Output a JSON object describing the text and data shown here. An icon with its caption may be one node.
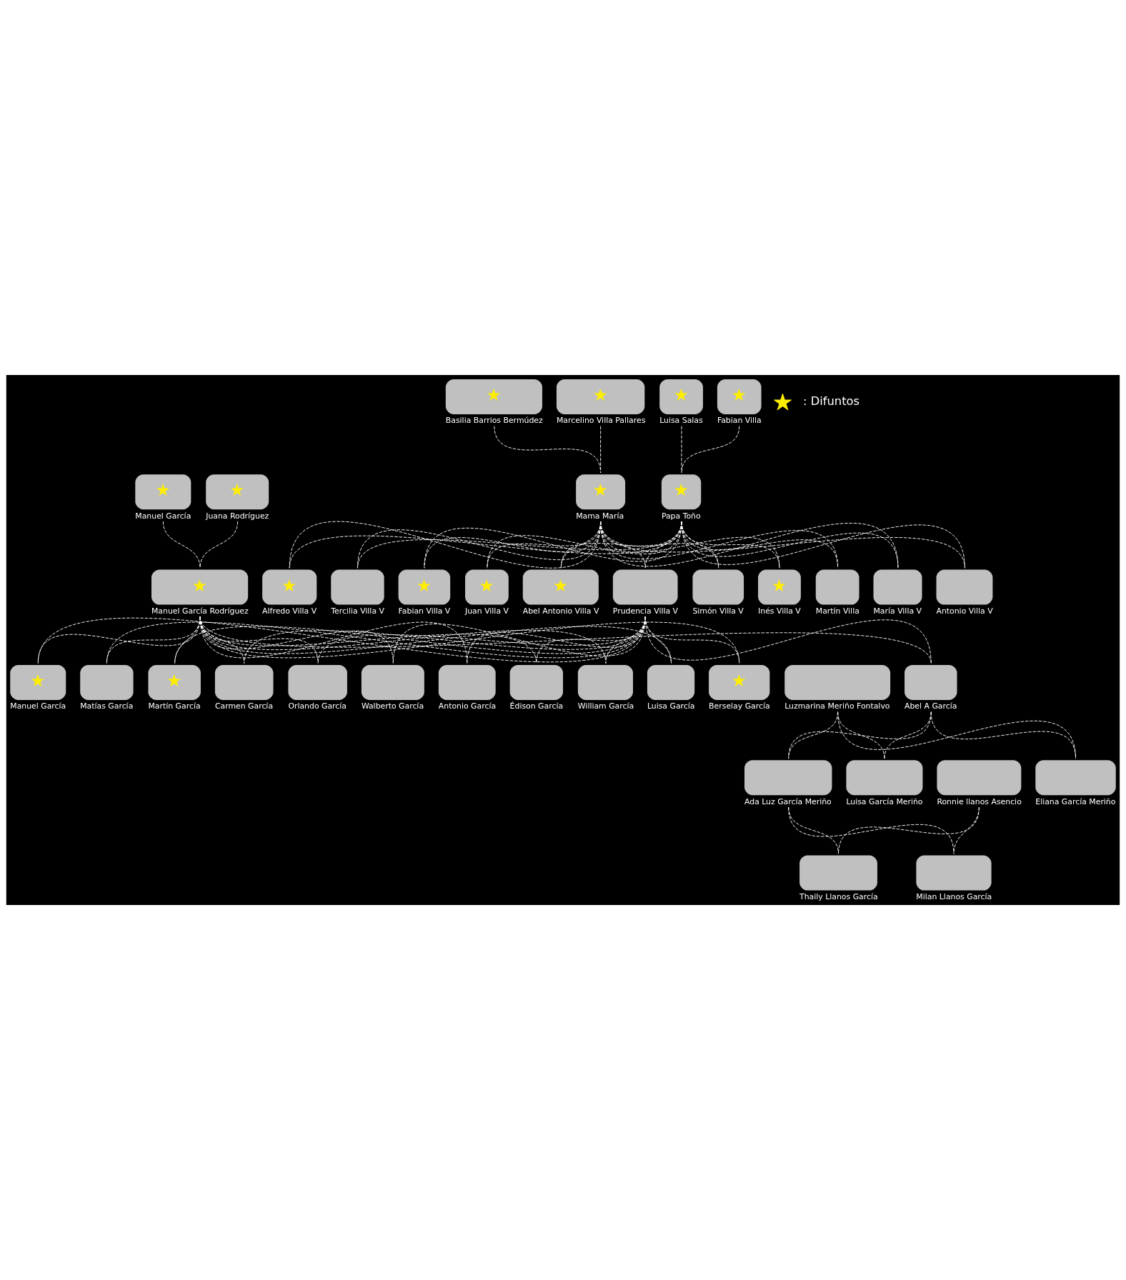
{
  "diagram": {
    "nodes": [
      {
        "text": [
          "★",
          "Basilia Barrios Bermúdez"
        ]
      },
      {
        "text": [
          "★",
          "Marcelino Villa Pallares"
        ]
      },
      {
        "text": [
          "★",
          "Luisa Salas"
        ]
      },
      {
        "text": [
          "★",
          "Fabian Villa"
        ]
      },
      {
        "text": [
          "★",
          "Mama María"
        ]
      },
      {
        "text": [
          "★",
          "Papa Toño"
        ]
      },
      {
        "text": [
          "★",
          "Fabian Villa V"
        ]
      },
      {
        "text": [
          "★",
          "Juan Villa V"
        ]
      },
      {
        "text": [
          "★",
          "Abel Antonio Villa V"
        ]
      },
      {
        "text": [
          "Prudencia Villa V"
        ]
      },
      {
        "text": [
          "Simón Villa V"
        ]
      },
      {
        "text": [
          "★",
          "Inés Villa V"
        ]
      },
      {
        "text": [
          "Martín Villa"
        ]
      },
      {
        "text": [
          "María Villa V"
        ]
      },
      {
        "text": [
          "Antonio Villa V"
        ]
      },
      {
        "text": [
          "★",
          "Alfredo Villa V"
        ]
      },
      {
        "text": [
          "Tercilia Villa V"
        ]
      },
      {
        "text": [
          "★",
          "Manuel García"
        ]
      },
      {
        "text": [
          "★",
          "Juana Rodríguez"
        ]
      },
      {
        "text": [
          "★",
          "Manuel García Rodríguez"
        ]
      },
      {
        "text": [
          "Orlando García"
        ]
      },
      {
        "text": [
          "Édison García"
        ]
      },
      {
        "text": [
          "Abel A García"
        ]
      },
      {
        "text": [
          "Walberto García"
        ]
      },
      {
        "text": [
          "Antonio García"
        ]
      },
      {
        "text": [
          "William García"
        ]
      },
      {
        "text": [
          "Luisa García"
        ]
      },
      {
        "text": [
          "★",
          "Berselay García"
        ]
      },
      {
        "text": [
          "★",
          "Manuel García"
        ]
      },
      {
        "text": [
          "Matías García"
        ]
      },
      {
        "text": [
          "★",
          "Martín García"
        ]
      },
      {
        "text": [
          "Carmen García"
        ]
      },
      {
        "text": [
          "Luzmarina Meriño Fontalvo"
        ]
      },
      {
        "text": [
          "Luisa García Meriño"
        ]
      },
      {
        "text": [
          "Eliana García Meriño"
        ]
      },
      {
        "text": [
          "Ada Luz García Meriño"
        ]
      },
      {
        "text": [
          "Ronnie llanos Asencio"
        ]
      },
      {
        "text": [
          "Thaily Llanos García"
        ]
      },
      {
        "text": [
          "Milan Llanos García"
        ]
      }
    ],
    "edges": [
      {
        "from": 0,
        "to": 4,
        "arrow": "none",
        "style": "dashed"
      },
      {
        "from": 1,
        "to": 4,
        "arrow": "none",
        "style": "dashed"
      },
      {
        "from": 2,
        "to": 5,
        "arrow": "none",
        "style": "dashed"
      },
      {
        "from": 3,
        "to": 5,
        "arrow": "none",
        "style": "dashed"
      },
      {
        "from": 4,
        "to": 6,
        "arrow": "none",
        "style": "dashed"
      },
      {
        "from": 5,
        "to": 6,
        "arrow": "none",
        "style": "dashed"
      },
      {
        "from": 4,
        "to": 7,
        "arrow": "none",
        "style": "dashed"
      },
      {
        "from": 5,
        "to": 7,
        "arrow": "none",
        "style": "dashed"
      },
      {
        "from": 4,
        "to": 8,
        "arrow": "none",
        "style": "dashed"
      },
      {
        "from": 5,
        "to": 8,
        "arrow": "none",
        "style": "dashed"
      },
      {
        "from": 4,
        "to": 9,
        "arrow": "none",
        "style": "dashed"
      },
      {
        "from": 5,
        "to": 9,
        "arrow": "none",
        "style": "dashed"
      },
      {
        "from": 4,
        "to": 10,
        "arrow": "none",
        "style": "dashed"
      },
      {
        "from": 5,
        "to": 10,
        "arrow": "none",
        "style": "dashed"
      },
      {
        "from": 4,
        "to": 11,
        "arrow": "none",
        "style": "dashed"
      },
      {
        "from": 5,
        "to": 11,
        "arrow": "none",
        "style": "dashed"
      },
      {
        "from": 4,
        "to": 12,
        "arrow": "none",
        "style": "dashed"
      },
      {
        "from": 5,
        "to": 12,
        "arrow": "none",
        "style": "dashed"
      },
      {
        "from": 4,
        "to": 13,
        "arrow": "none",
        "style": "dashed"
      },
      {
        "from": 5,
        "to": 13,
        "arrow": "none",
        "style": "dashed"
      },
      {
        "from": 4,
        "to": 14,
        "arrow": "none",
        "style": "dashed"
      },
      {
        "from": 5,
        "to": 14,
        "arrow": "none",
        "style": "dashed"
      },
      {
        "from": 4,
        "to": 15,
        "arrow": "none",
        "style": "dashed"
      },
      {
        "from": 5,
        "to": 15,
        "arrow": "none",
        "style": "dashed"
      },
      {
        "from": 4,
        "to": 16,
        "arrow": "none",
        "style": "dashed"
      },
      {
        "from": 5,
        "to": 16,
        "arrow": "none",
        "style": "dashed"
      },
      {
        "from": 17,
        "to": 19,
        "arrow": "none",
        "style": "dashed"
      },
      {
        "from": 18,
        "to": 19,
        "arrow": "none",
        "style": "dashed"
      },
      {
        "from": 9,
        "to": 20,
        "arrow": "none",
        "style": "dashed"
      },
      {
        "from": 19,
        "to": 20,
        "arrow": "none",
        "style": "dashed"
      },
      {
        "from": 9,
        "to": 21,
        "arrow": "none",
        "style": "dashed"
      },
      {
        "from": 19,
        "to": 21,
        "arrow": "none",
        "style": "dashed"
      },
      {
        "from": 9,
        "to": 22,
        "arrow": "none",
        "style": "dashed"
      },
      {
        "from": 19,
        "to": 22,
        "arrow": "none",
        "style": "dashed"
      },
      {
        "from": 9,
        "to": 23,
        "arrow": "none",
        "style": "dashed"
      },
      {
        "from": 19,
        "to": 23,
        "arrow": "none",
        "style": "dashed"
      },
      {
        "from": 9,
        "to": 24,
        "arrow": "none",
        "style": "dashed"
      },
      {
        "from": 19,
        "to": 24,
        "arrow": "none",
        "style": "dashed"
      },
      {
        "from": 9,
        "to": 25,
        "arrow": "none",
        "style": "dashed"
      },
      {
        "from": 19,
        "to": 25,
        "arrow": "none",
        "style": "dashed"
      },
      {
        "from": 9,
        "to": 26,
        "arrow": "none",
        "style": "dashed"
      },
      {
        "from": 19,
        "to": 26,
        "arrow": "none",
        "style": "dashed"
      },
      {
        "from": 9,
        "to": 27,
        "arrow": "none",
        "style": "dashed"
      },
      {
        "from": 19,
        "to": 27,
        "arrow": "none",
        "style": "dashed"
      },
      {
        "from": 9,
        "to": 28,
        "arrow": "none",
        "style": "dashed"
      },
      {
        "from": 19,
        "to": 28,
        "arrow": "none",
        "style": "dashed"
      },
      {
        "from": 9,
        "to": 29,
        "arrow": "none",
        "style": "dashed"
      },
      {
        "from": 19,
        "to": 29,
        "arrow": "none",
        "style": "dashed"
      },
      {
        "from": 9,
        "to": 30,
        "arrow": "none",
        "style": "dashed"
      },
      {
        "from": 19,
        "to": 30,
        "arrow": "none",
        "style": "dashed"
      },
      {
        "from": 9,
        "to": 31,
        "arrow": "none",
        "style": "dashed"
      },
      {
        "from": 19,
        "to": 31,
        "arrow": "none",
        "style": "dashed"
      },
      {
        "from": 22,
        "to": 33,
        "arrow": "none",
        "style": "dashed"
      },
      {
        "from": 32,
        "to": 33,
        "arrow": "none",
        "style": "dashed"
      },
      {
        "from": 22,
        "to": 34,
        "arrow": "none",
        "style": "dashed"
      },
      {
        "from": 32,
        "to": 34,
        "arrow": "none",
        "style": "dashed"
      },
      {
        "from": 22,
        "to": 35,
        "arrow": "none",
        "style": "dashed"
      },
      {
        "from": 32,
        "to": 35,
        "arrow": "none",
        "style": "dashed"
      },
      {
        "from": 35,
        "to": 37,
        "arrow": "none",
        "style": "dashed"
      },
      {
        "from": 36,
        "to": 37,
        "arrow": "none",
        "style": "dashed"
      },
      {
        "from": 35,
        "to": 38,
        "arrow": "none",
        "style": "dashed"
      },
      {
        "from": 36,
        "to": 38,
        "arrow": "none",
        "style": "dashed"
      }
    ],
    "legend": [
      {
        "text": ": Difuntos"
      }
    ]
  }
}
